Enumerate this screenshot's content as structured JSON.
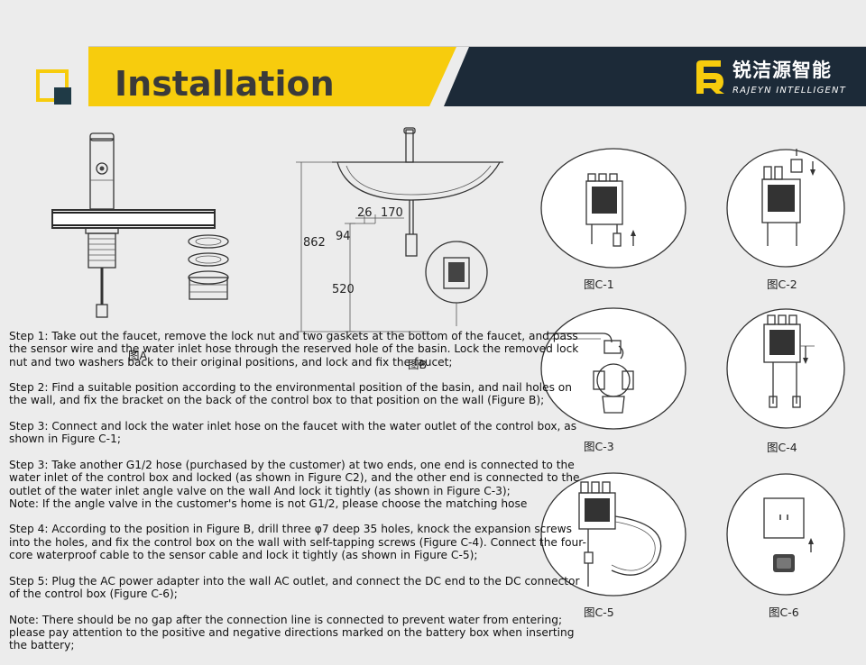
{
  "header": {
    "title": "Installation",
    "brand_name_cn": "锐洁源智能",
    "brand_name_en": "RAJEYN INTELLIGENT",
    "colors": {
      "yellow": "#f7cc0d",
      "navy": "#1c2a38",
      "square_dark": "#1f3a46"
    }
  },
  "figures": {
    "fig_a_label": "图A",
    "fig_b_label": "图B",
    "dims": {
      "d862": "862",
      "d94": "94",
      "d520": "520",
      "d26": "26",
      "d170": "170"
    },
    "c1": "图C-1",
    "c2": "图C-2",
    "c3": "图C-3",
    "c4": "图C-4",
    "c5": "图C-5",
    "c6": "图C-6"
  },
  "steps": [
    "Step 1: Take out the faucet, remove the lock nut and two gaskets at the bottom of the faucet, and pass the sensor wire and the water inlet hose through the reserved hole of the basin. Lock the removed lock nut and two washers back to their original positions, and lock and fix the faucet;",
    "Step 2: Find a suitable position according to the environmental position of the basin, and nail holes on the wall, and fix the bracket on the back of the control box to that position on the wall (Figure B);",
    "Step 3: Connect and lock the water inlet hose on the faucet with the water outlet of the control box, as shown in Figure C-1;",
    "Step 3: Take another G1/2 hose (purchased by the customer) at two ends, one end is connected to the water inlet of the control box and locked (as shown in Figure C2), and the other end is connected to the outlet of the water inlet angle valve on the wall And lock it tightly (as shown in Figure C-3);",
    "Note: If the angle valve in the customer's home is not G1/2, please choose the matching hose",
    "Step 4: According to the position in Figure B, drill three φ7 deep 35 holes, knock the expansion screws into the holes, and fix the control box on the wall with self-tapping screws (Figure C-4). Connect the four-core waterproof cable to the sensor cable and lock it tightly (as shown in Figure C-5);",
    "Step 5: Plug the AC power adapter into the wall AC outlet, and connect the DC end to the DC connector of the control box (Figure C-6);",
    "Note: There should be no gap after the connection line is connected to prevent water from entering; please pay attention to the positive and negative directions marked on the battery box when inserting the battery;"
  ]
}
